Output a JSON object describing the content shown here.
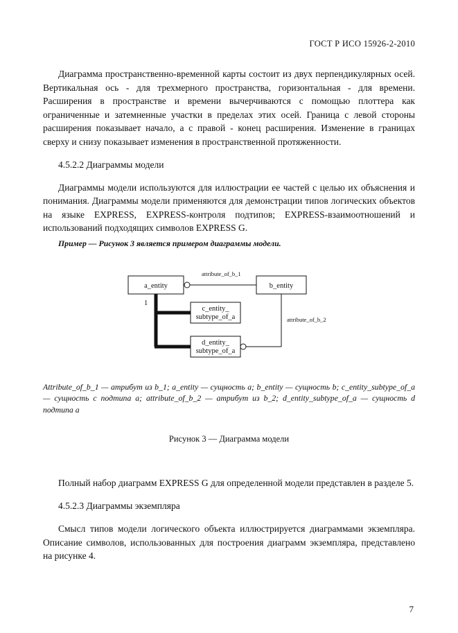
{
  "page": {
    "header": "ГОСТ Р ИСО 15926-2-2010",
    "page_number": "7"
  },
  "content": {
    "para1": "Диаграмма пространственно-временной карты состоит из двух перпендикулярных осей. Вертикальная ось - для трехмерного пространства, горизонтальная - для времени. Расширения в пространстве и времени вычерчиваются с помощью плоттера как ограниченные и затемненные участки в пределах этих осей. Граница с левой стороны расширения показывает начало, а с правой - конец расширения. Изменение в границах сверху и снизу показывает изменения в пространственной протяженности.",
    "heading_4522": "4.5.2.2 Диаграммы модели",
    "para2": "Диаграммы модели используются для иллюстрации ее частей с целью их объяснения и понимания. Диаграммы модели применяются для демонстрации типов логических объектов на языке EXPRESS, EXPRESS-контроля подтипов; EXPRESS-взаимоотношений и использований подходящих символов EXPRESS G.",
    "example": "Пример — Рисунок 3 является примером диаграммы модели.",
    "figure_legend": "Attribute_of_b_1 — атрибут из b_1; a_entity — сущность a; b_entity — сущность b; c_entity_subtype_of_a — сущность с подтипа a; attribute_of_b_2 — атрибут из b_2; d_entity_subtype_of_a — сущность d подтипа a",
    "figure_caption": "Рисунок 3 — Диаграмма модели",
    "para3": "Полный набор диаграмм EXPRESS G для определенной модели представлен в разделе 5.",
    "heading_4523": "4.5.2.3 Диаграммы экземпляра",
    "para4": "Смысл типов модели логического объекта иллюстрируется диаграммами экземпляра. Описание символов, использованных для построения диаграмм экземпляра, представлено на рисунке 4."
  },
  "diagram": {
    "a_entity": "a_entity",
    "b_entity": "b_entity",
    "c_entity_line1": "c_entity_",
    "c_entity_line2": "subtype_of_a",
    "d_entity_line1": "d_entity_",
    "d_entity_line2": "subtype_of_a",
    "attr_b1": "attribute_of_b_1",
    "attr_b2": "attribute_of_b_2",
    "cardinality": "1"
  }
}
